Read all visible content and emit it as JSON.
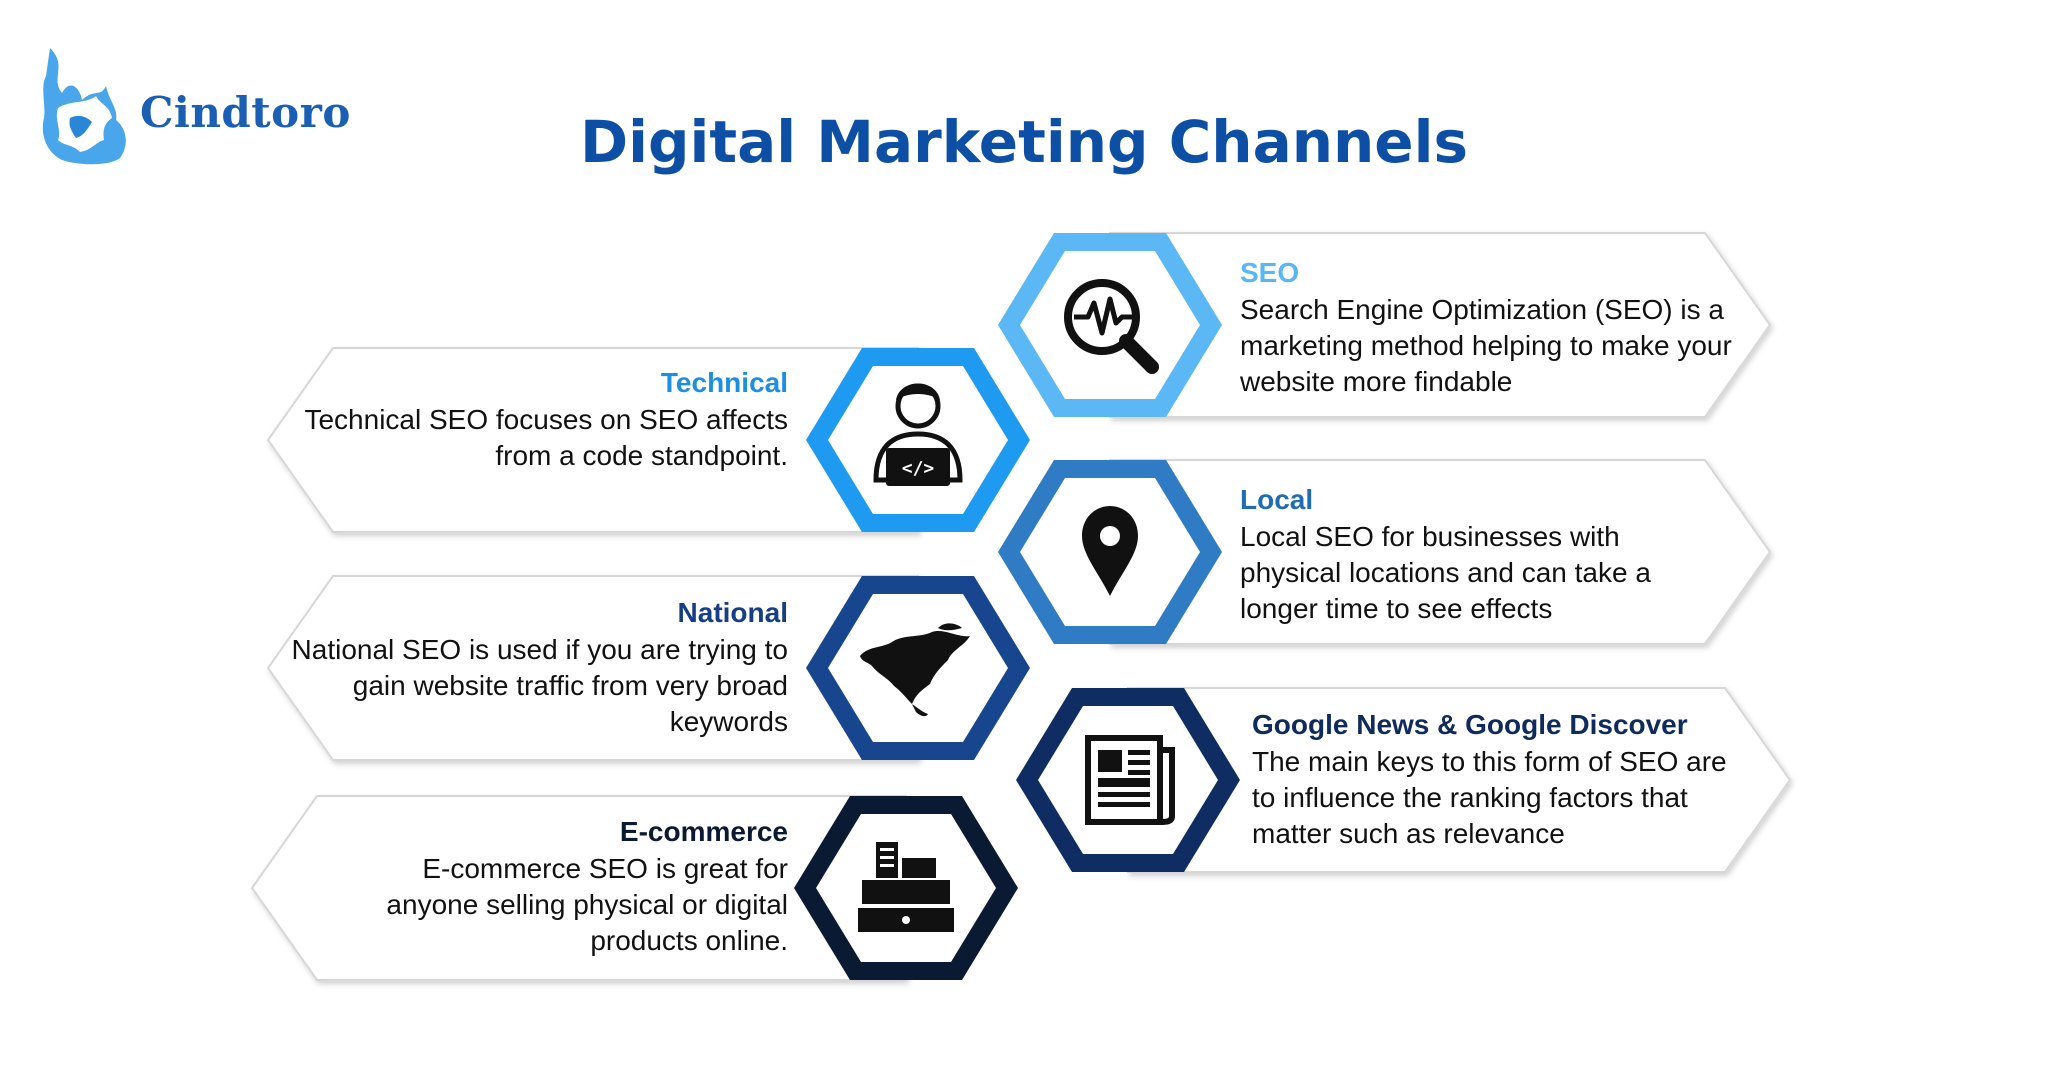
{
  "brand": {
    "name": "Cindtoro",
    "logo_icon": "bull-flame-logo-icon"
  },
  "title": "Digital Marketing Channels",
  "channels": [
    {
      "name": "SEO",
      "description": "Search Engine Optimization (SEO) is a marketing method helping to make your website more findable",
      "icon": "magnifier-pulse-icon",
      "color": "#5bb8f5",
      "name_color": "#58b7f3"
    },
    {
      "name": "Technical",
      "description": "Technical SEO focuses on SEO affects from a code standpoint.",
      "icon": "developer-laptop-icon",
      "color": "#1e9af0",
      "name_color": "#1d8fe0"
    },
    {
      "name": "Local",
      "description": "Local SEO for businesses with physical locations and can take a longer time to see effects",
      "icon": "map-pin-icon",
      "color": "#2f7cc4",
      "name_color": "#1f6cb3"
    },
    {
      "name": "National",
      "description": "National SEO is used if you are trying to gain website traffic from very broad keywords",
      "icon": "north-america-map-icon",
      "color": "#17468f",
      "name_color": "#163e86"
    },
    {
      "name": "Google News & Google Discover",
      "description": "The main keys to this form of SEO are to influence the ranking factors that matter such as relevance",
      "icon": "newspaper-icon",
      "color": "#0f2d63",
      "name_color": "#0f2b5c"
    },
    {
      "name": "E-commerce",
      "description": "E-commerce SEO is great for anyone selling physical or digital products online.",
      "icon": "cash-register-icon",
      "color": "#0b1a33",
      "name_color": "#0b1a33"
    }
  ]
}
